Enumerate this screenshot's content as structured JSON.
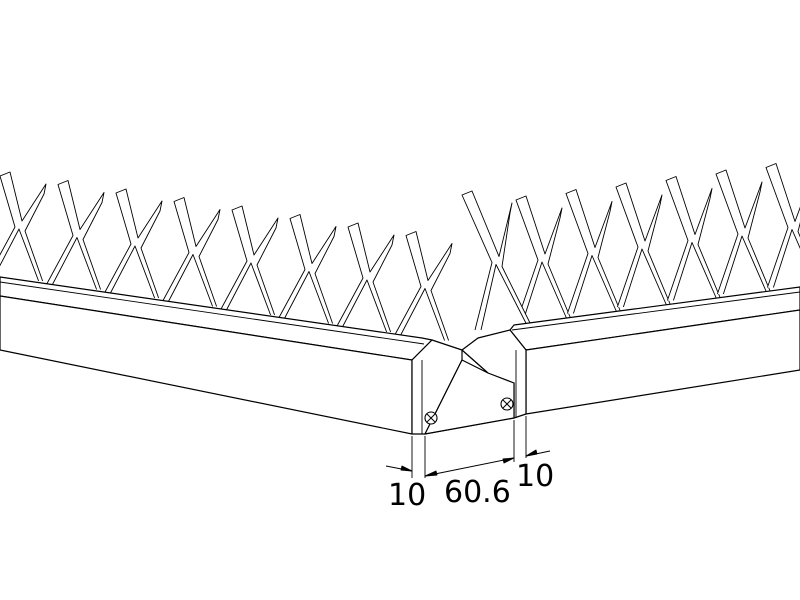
{
  "dimensions": {
    "left_flange": "10",
    "gap": "60.6",
    "right_flange": "10"
  }
}
